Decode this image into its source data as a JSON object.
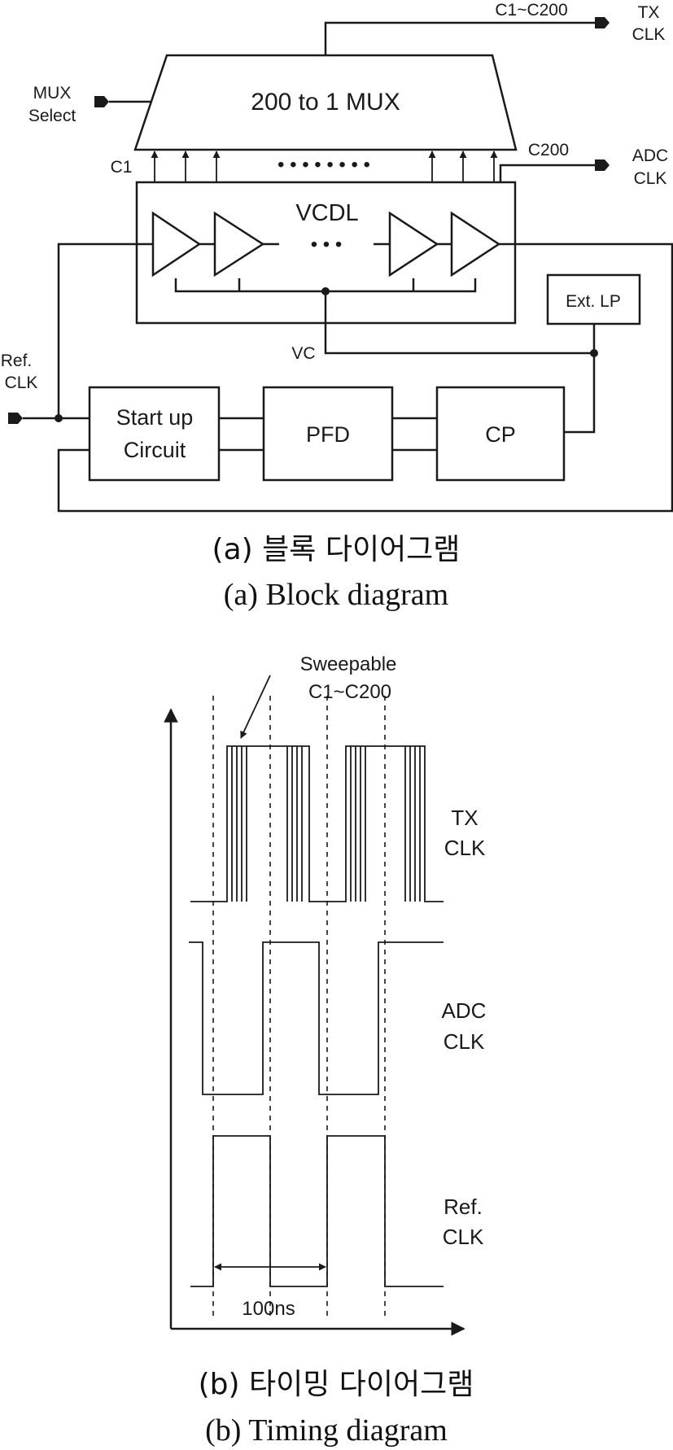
{
  "block_diagram": {
    "mux_label": "200 to 1 MUX",
    "mux_select_label": [
      "MUX",
      "Select"
    ],
    "mux_output_label": "C1~C200",
    "tx_clk_label": [
      "TX",
      "CLK"
    ],
    "c1_label": "C1",
    "c200_label": "C200",
    "adc_clk_label": [
      "ADC",
      "CLK"
    ],
    "vcdl_label": "VCDL",
    "vcdl_dots": "• • •",
    "tap_dots": "• • • • • • • •",
    "ext_lp_label": "Ext. LP",
    "vc_label": "VC",
    "ref_clk_label": [
      "Ref.",
      "CLK"
    ],
    "startup_label": [
      "Start up",
      "Circuit"
    ],
    "pfd_label": "PFD",
    "cp_label": "CP",
    "caption_korean": "(a) 블록 다이어그램",
    "caption_english": "(a) Block diagram"
  },
  "timing_diagram": {
    "sweep_label": [
      "Sweepable",
      "C1~C200"
    ],
    "tx_clk_label": [
      "TX",
      "CLK"
    ],
    "adc_clk_label": [
      "ADC",
      "CLK"
    ],
    "ref_clk_label": [
      "Ref.",
      "CLK"
    ],
    "period_label": "100ns",
    "caption_korean": "(b) 타이밍 다이어그램",
    "caption_english": "(b) Timing diagram"
  }
}
